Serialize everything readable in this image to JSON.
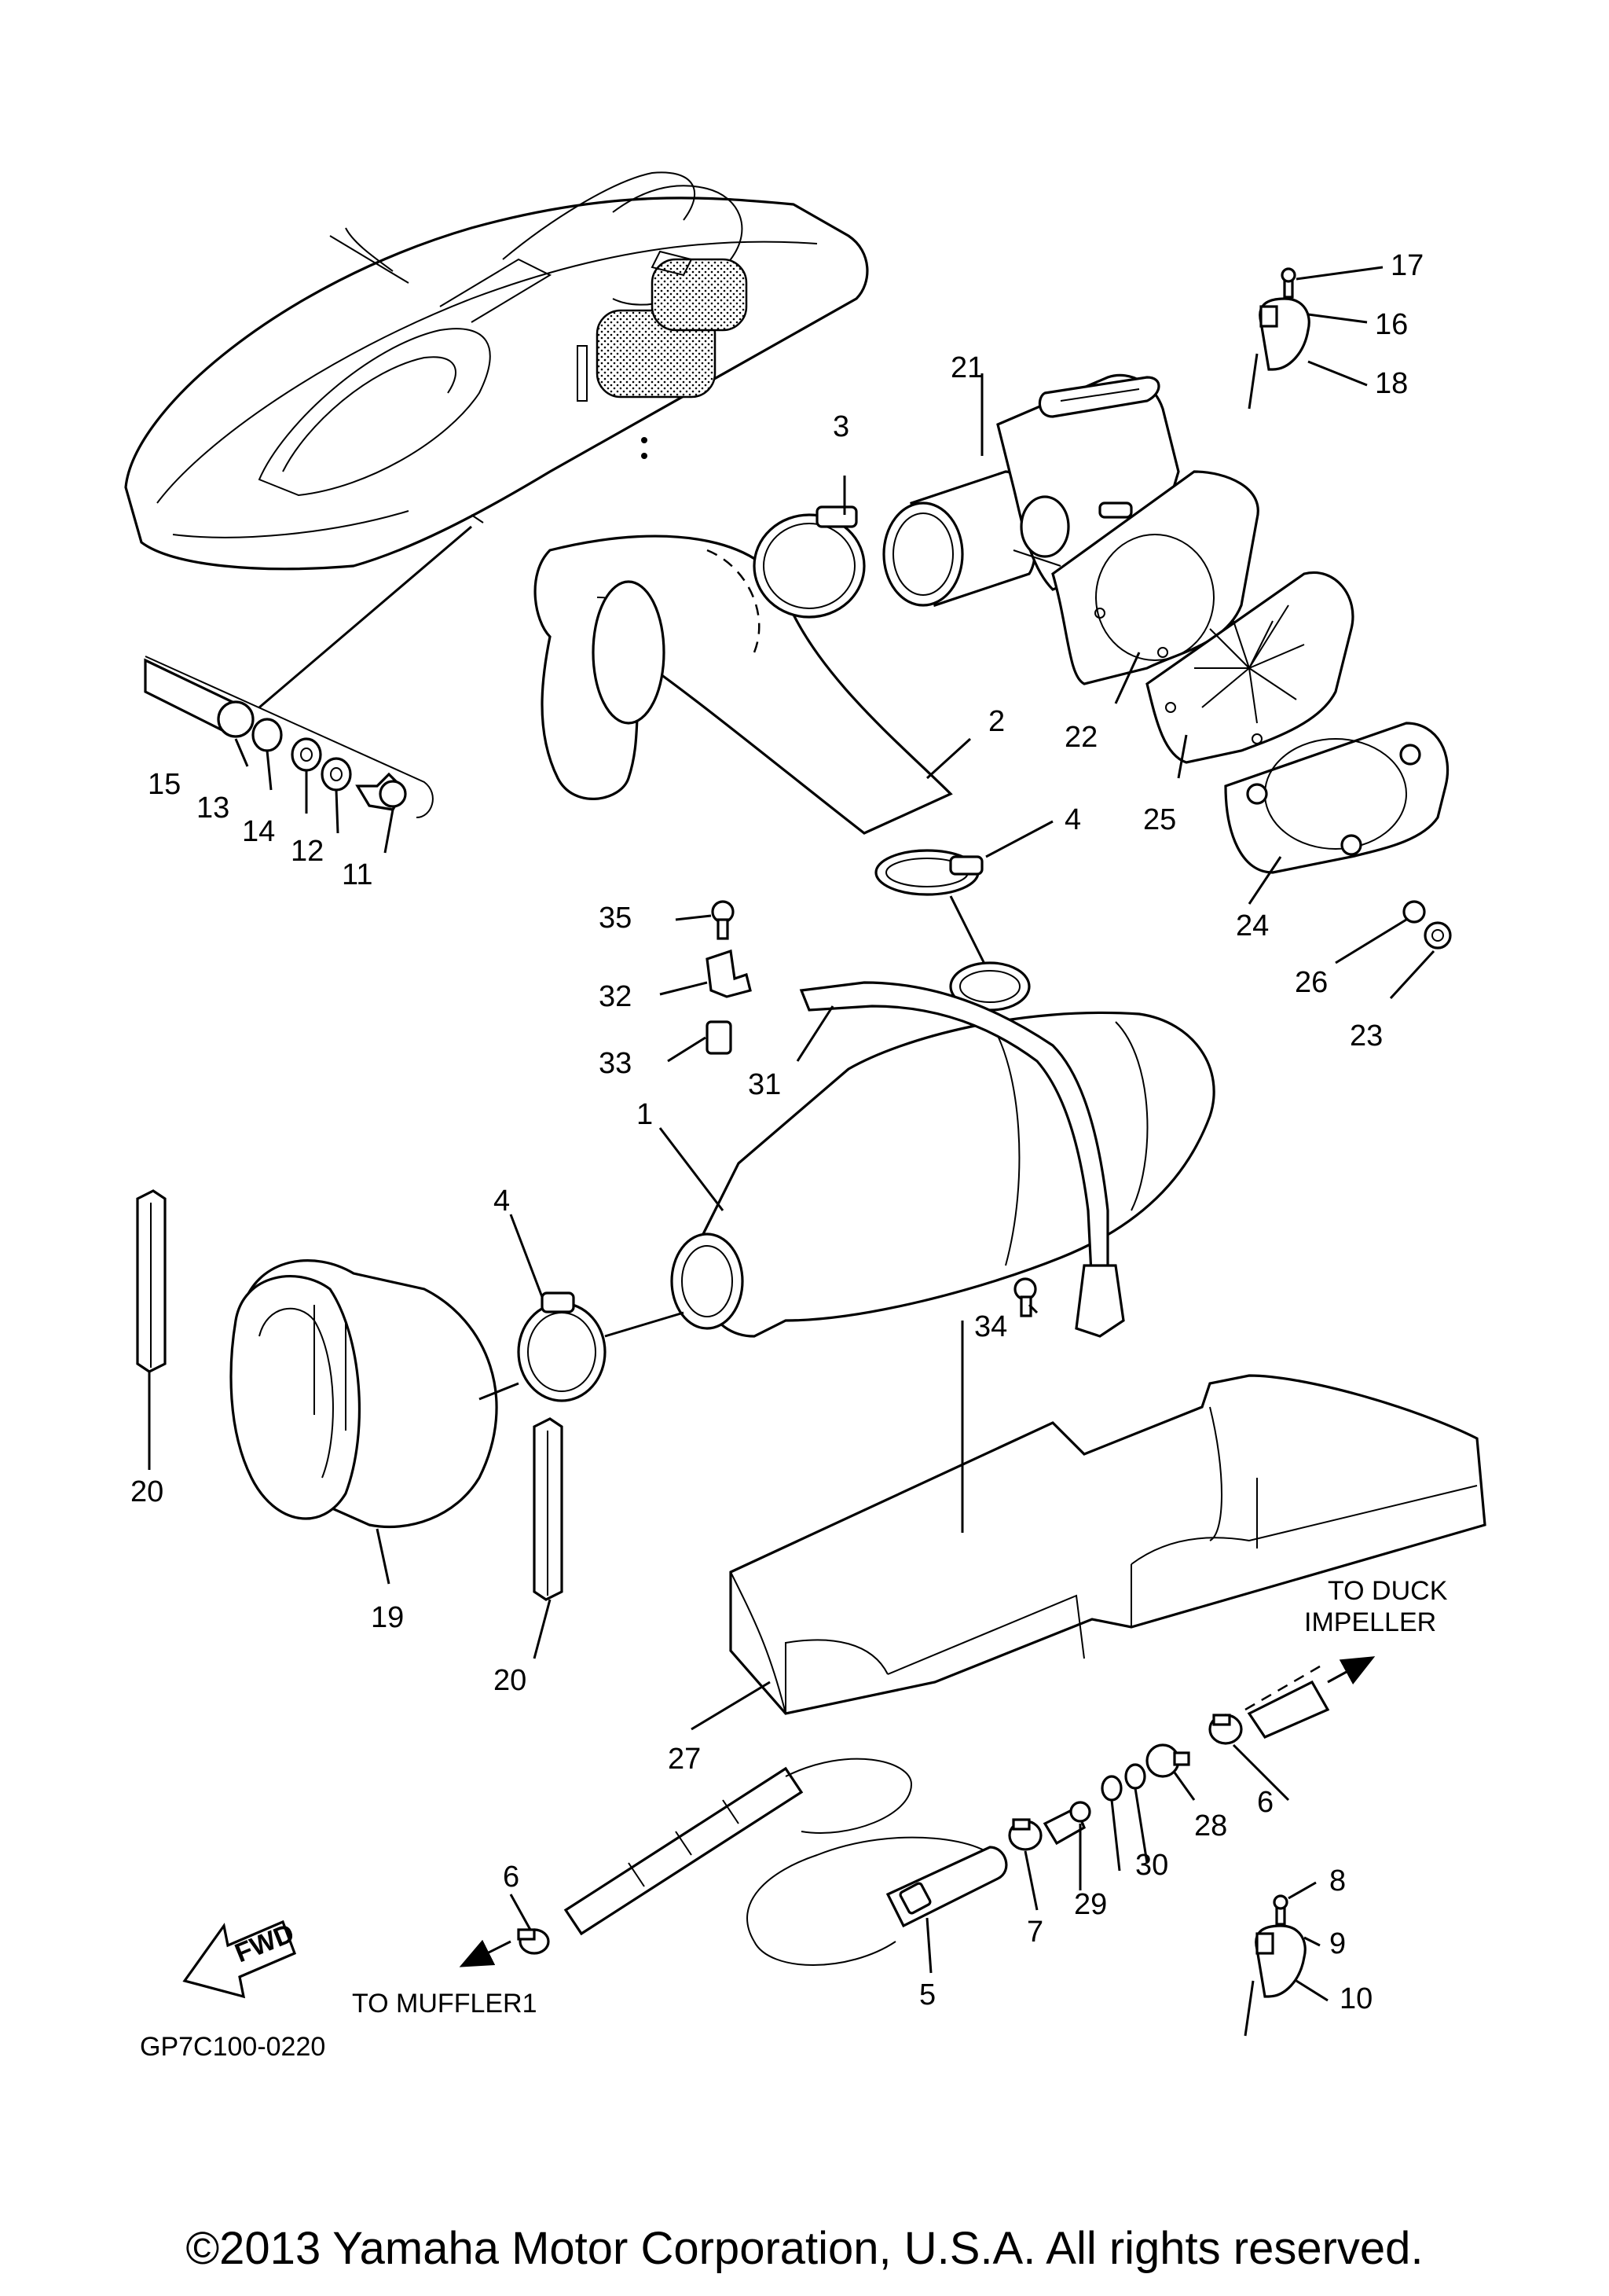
{
  "diagram": {
    "labels": {
      "l1": "1",
      "l2": "2",
      "l3": "3",
      "l4a": "4",
      "l4b": "4",
      "l5": "5",
      "l6a": "6",
      "l6b": "6",
      "l7": "7",
      "l8": "8",
      "l9": "9",
      "l10": "10",
      "l11": "11",
      "l12": "12",
      "l13": "13",
      "l14": "14",
      "l15": "15",
      "l16": "16",
      "l17": "17",
      "l18": "18",
      "l19": "19",
      "l20a": "20",
      "l20b": "20",
      "l21": "21",
      "l22": "22",
      "l23": "23",
      "l24": "24",
      "l25": "25",
      "l26": "26",
      "l27": "27",
      "l28": "28",
      "l29": "29",
      "l30": "30",
      "l31": "31",
      "l32": "32",
      "l33": "33",
      "l34": "34",
      "l35": "35"
    },
    "notes": {
      "to_duck_line1": "TO DUCK",
      "to_duck_line2": "IMPELLER",
      "to_muffler": "TO MUFFLER1",
      "fwd": "FWD",
      "diagram_code": "GP7C100-0220"
    },
    "copyright": "©2013 Yamaha Motor Corporation, U.S.A. All rights reserved."
  }
}
